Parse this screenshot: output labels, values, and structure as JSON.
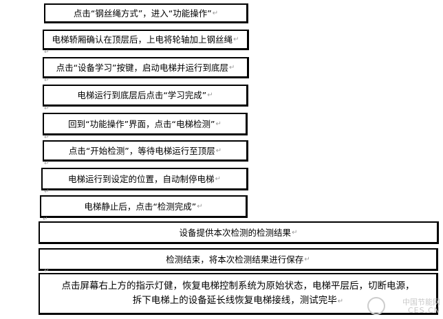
{
  "steps": [
    "点击“钢丝绳方式”，进入“功能操作”",
    "电梯轿厢确认在顶层后，上电将轮轴加上钢丝绳",
    "点击“设备学习”按键，启动电梯并运行到底层",
    "电梯运行到底层后点击“学习完成”",
    "回到“功能操作”界面，点击“电梯检测”",
    "点击“开始检测”，等待电梯运行至顶层",
    "电梯运行到设定的位置，自动制停电梯",
    "电梯静止后，点击“检测完成”",
    "设备提供本次检测的检测结果",
    "检测结束，将本次检测结果进行保存",
    "点击屏幕右上方的指示灯健，恢复电梯控制系统为原始状态，电梯平层后，切断电源，",
    "拆下电梯上的设备延长线恢复电梯接线，测试完毕"
  ],
  "return_mark": "↵",
  "watermark": {
    "line1": "中国节能网",
    "line2": "CES.CN"
  }
}
